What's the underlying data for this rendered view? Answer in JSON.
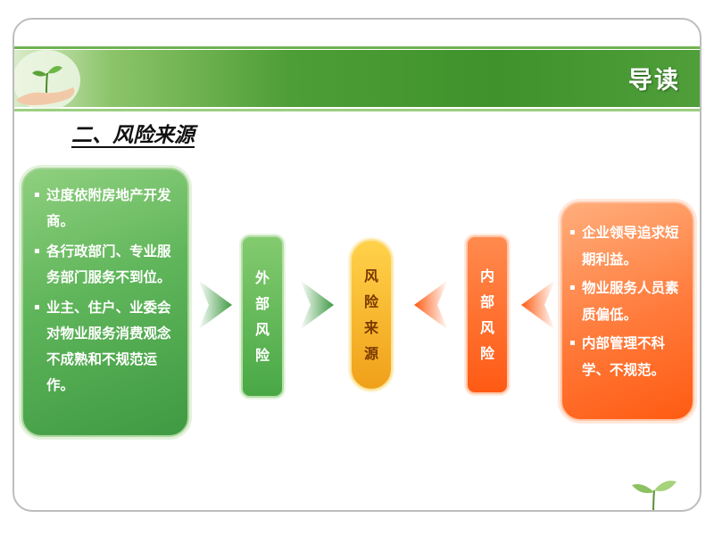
{
  "header": {
    "title": "导读"
  },
  "section_title": "二、风险来源",
  "left_box": {
    "items": [
      "过度依附房地产开发商。",
      "各行政部门、专业服务部门服务不到位。",
      "业主、住户、业委会对物业服务消费观念不成熟和不规范运作。"
    ]
  },
  "external_risk": [
    "外",
    "部",
    "风",
    "险"
  ],
  "center": [
    "风",
    "险",
    "来",
    "源"
  ],
  "internal_risk": [
    "内",
    "部",
    "风",
    "险"
  ],
  "right_box": {
    "items": [
      "企业领导追求短期利益。",
      "物业服务人员素质偏低。",
      "内部管理不科学、不规范。"
    ]
  },
  "bullet_symbol": "▪",
  "colors": {
    "green": "#4e9e36",
    "orange": "#ff6a26",
    "yellow": "#f5b52c"
  },
  "icons": [
    "hand-with-sprout-icon",
    "sprout-icon",
    "arrow-right-icon",
    "arrow-left-icon"
  ]
}
